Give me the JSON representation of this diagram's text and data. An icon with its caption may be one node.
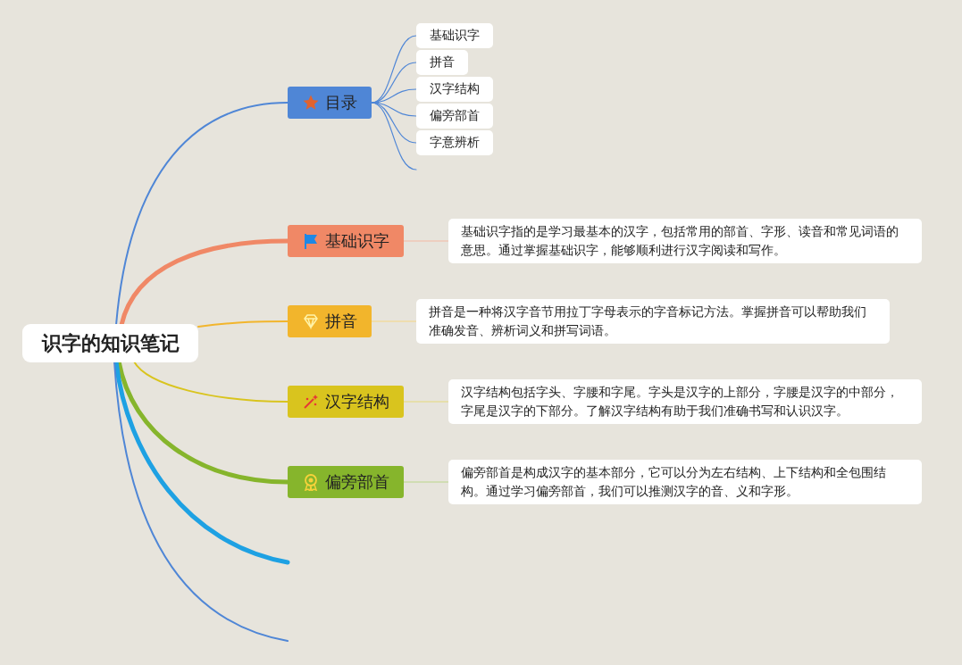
{
  "diagram": {
    "nodes": [
      {
        "text": [
          "识字的知识笔记"
        ]
      },
      {
        "text": [
          "目录"
        ]
      },
      {
        "text": [
          "基础识字"
        ]
      },
      {
        "text": [
          "拼音"
        ]
      },
      {
        "text": [
          "汉字结构"
        ]
      },
      {
        "text": [
          "偏旁部首"
        ]
      },
      {
        "text": [
          "字意辨析"
        ]
      },
      {
        "text": [
          "基础识字"
        ]
      },
      {
        "text": [
          "基础识字指的是学习最基本的汉字，包括常用的部首、字形、读音和常见词语的意思。通过掌握基础识字，能够顺利进行汉字阅读和写作。"
        ]
      },
      {
        "text": [
          "拼音"
        ]
      },
      {
        "text": [
          "拼音是一种将汉字音节用拉丁字母表示的字音标记方法。掌握拼音可以帮助我们准确发音、辨析词义和拼写词语。"
        ]
      },
      {
        "text": [
          "汉字结构"
        ]
      },
      {
        "text": [
          "汉字结构包括字头、字腰和字尾。字头是汉字的上部分，字腰是汉字的中部分，字尾是汉字的下部分。了解汉字结构有助于我们准确书写和认识汉字。"
        ]
      },
      {
        "text": [
          "偏旁部首"
        ]
      },
      {
        "text": [
          "偏旁部首是构成汉字的基本部分，它可以分为左右结构、上下结构和全包围结构。通过学习偏旁部首，我们可以推测汉字的音、义和字形。"
        ]
      }
    ],
    "edges": [
      {
        "from": 0,
        "to": 1,
        "arrow": "none",
        "color": "#4f86d6"
      },
      {
        "from": 1,
        "to": 2,
        "arrow": "none",
        "color": "#4f86d6"
      },
      {
        "from": 1,
        "to": 3,
        "arrow": "none",
        "color": "#4f86d6"
      },
      {
        "from": 1,
        "to": 4,
        "arrow": "none",
        "color": "#4f86d6"
      },
      {
        "from": 1,
        "to": 5,
        "arrow": "none",
        "color": "#4f86d6"
      },
      {
        "from": 1,
        "to": 6,
        "arrow": "none",
        "color": "#4f86d6"
      },
      {
        "from": 1,
        "to": null,
        "arrow": "none",
        "color": "#4f86d6"
      },
      {
        "from": 0,
        "to": 7,
        "arrow": "none",
        "style": "thick",
        "color": "#f08866"
      },
      {
        "from": 7,
        "to": 8,
        "arrow": "none",
        "color": "#f5b8a4"
      },
      {
        "from": 0,
        "to": 9,
        "arrow": "none",
        "color": "#f2b52c"
      },
      {
        "from": 9,
        "to": 10,
        "arrow": "none",
        "color": "#f5d582"
      },
      {
        "from": 0,
        "to": 11,
        "arrow": "none",
        "color": "#d9c41e"
      },
      {
        "from": 11,
        "to": 12,
        "arrow": "none",
        "color": "#e6da7a"
      },
      {
        "from": 0,
        "to": 13,
        "arrow": "none",
        "style": "thick",
        "color": "#86b52c"
      },
      {
        "from": 13,
        "to": 14,
        "arrow": "none",
        "color": "#bcd68a"
      },
      {
        "from": 0,
        "to": null,
        "arrow": "none",
        "style": "thick",
        "color": "#1ea1e3"
      },
      {
        "from": 0,
        "to": null,
        "arrow": "none",
        "color": "#4f86d6"
      }
    ]
  }
}
